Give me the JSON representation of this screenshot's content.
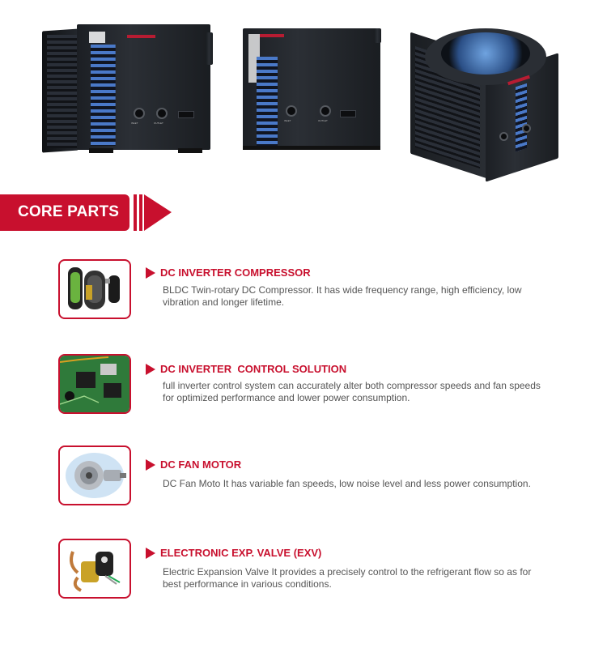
{
  "header": {
    "title": "CORE PARTS"
  },
  "product_images": [
    {
      "ports": [
        "INLET",
        "OUTLET"
      ]
    },
    {
      "ports": [
        "INLET",
        "OUTLET"
      ]
    },
    {
      "ports": []
    }
  ],
  "parts": [
    {
      "icon": "compressor-icon",
      "title": "DC INVERTER COMPRESSOR",
      "description": "BLDC Twin-rotary DC Compressor. It has wide frequency range, high efficiency, low vibration and longer lifetime."
    },
    {
      "icon": "circuit-board-icon",
      "title": "DC INVERTER  CONTROL SOLUTION",
      "description": "full inverter control system can accurately alter both compressor speeds and fan speeds for optimized performance and lower power consumption."
    },
    {
      "icon": "fan-motor-icon",
      "title": "DC FAN MOTOR",
      "description": "DC Fan Moto It has variable fan speeds, low noise level and less power consumption."
    },
    {
      "icon": "expansion-valve-icon",
      "title": "ELECTRONIC EXP. VALVE (EXV)",
      "description": "Electric Expansion Valve It provides a precisely control to the refrigerant flow so as for best performance in various conditions."
    }
  ],
  "colors": {
    "accent": "#c8102e",
    "text": "#555555",
    "product_blue": "#4a79c8"
  }
}
